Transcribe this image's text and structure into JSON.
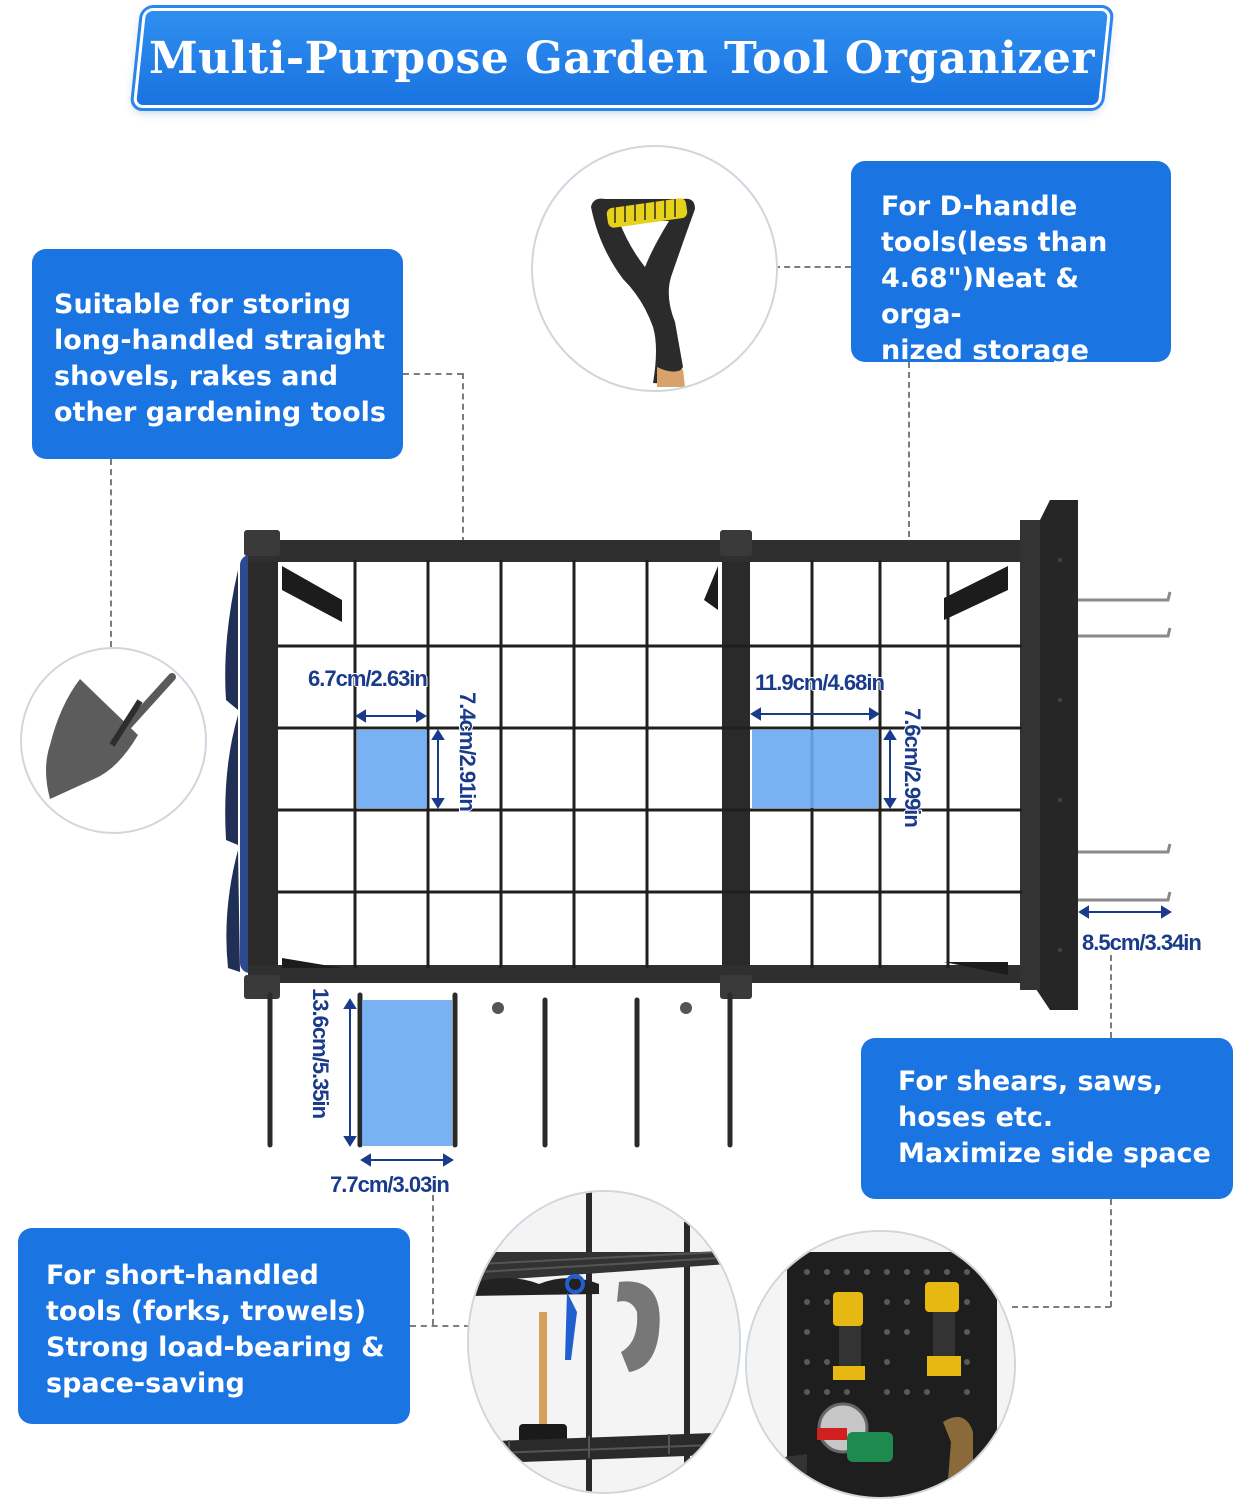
{
  "title": "Multi-Purpose Garden Tool Organizer",
  "callouts": {
    "long_handled": "Suitable for storing\nlong-handled straight\nshovels, rakes and\nother gardening tools",
    "d_handle": "For D-handle\ntools(less than\n4.68\")Neat & orga-\nnized storage",
    "side_space": "For shears, saws,\nhoses etc.\nMaximize side space",
    "short_handled": "For short-handled\ntools (forks, trowels)\nStrong load-bearing &\nspace-saving"
  },
  "dimensions": {
    "left_slot_width": "6.7cm/2.63in",
    "left_slot_height": "7.4cm/2.91in",
    "right_slot_width": "11.9cm/4.68in",
    "right_slot_height": "7.6cm/2.99in",
    "side_hook_width": "8.5cm/3.34in",
    "hook_length": "13.6cm/5.35in",
    "hook_gap": "7.7cm/3.03in"
  },
  "colors": {
    "accent_blue": "#1a74e2",
    "highlight_blue": "#6aaaf2",
    "dimension_text": "#1a3b8c",
    "rack_black": "#2a2a2a"
  },
  "icons": [
    "d-handle-grip-icon",
    "shovel-icon",
    "rack-detail-photo",
    "pegboard-detail-photo"
  ]
}
